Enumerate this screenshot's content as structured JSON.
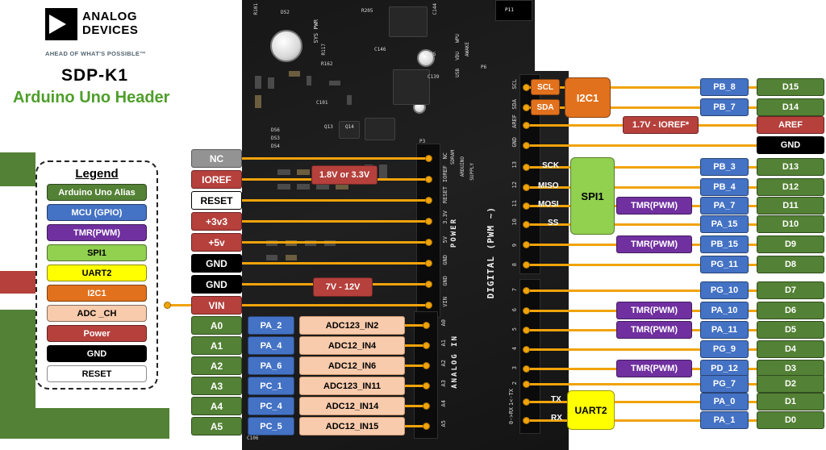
{
  "branding": {
    "logo_line1": "ANALOG",
    "logo_line2": "DEVICES",
    "tagline": "AHEAD OF WHAT'S POSSIBLE™",
    "title": "SDP-K1",
    "subtitle": "Arduino Uno Header"
  },
  "legend": {
    "title": "Legend",
    "items": [
      {
        "label": "Arduino Uno Alias",
        "bg": "#538135",
        "fg": "#ffffff"
      },
      {
        "label": "MCU (GPIO)",
        "bg": "#4472c4",
        "fg": "#ffffff"
      },
      {
        "label": "TMR(PWM)",
        "bg": "#7030a0",
        "fg": "#ffffff"
      },
      {
        "label": "SPI1",
        "bg": "#92d050",
        "fg": "#000000"
      },
      {
        "label": "UART2",
        "bg": "#ffff00",
        "fg": "#000000"
      },
      {
        "label": "I2C1",
        "bg": "#e2711d",
        "fg": "#ffffff"
      },
      {
        "label": "ADC _CH",
        "bg": "#f8cbad",
        "fg": "#000000"
      },
      {
        "label": "Power",
        "bg": "#b5403c",
        "fg": "#ffffff"
      },
      {
        "label": "GND",
        "bg": "#000000",
        "fg": "#ffffff"
      },
      {
        "label": "RESET",
        "bg": "#ffffff",
        "fg": "#000000"
      }
    ]
  },
  "power_header": {
    "pins": [
      {
        "label": "NC"
      },
      {
        "label": "IOREF"
      },
      {
        "label": "RESET"
      },
      {
        "label": "+3v3"
      },
      {
        "label": "+5v"
      },
      {
        "label": "GND"
      },
      {
        "label": "GND"
      },
      {
        "label": "VIN"
      }
    ],
    "callout_ioref": "1.8V or 3.3V",
    "callout_vin": "7V - 12V"
  },
  "analog_header": {
    "rows": [
      {
        "alias": "A0",
        "gpio": "PA_2",
        "adc": "ADC123_IN2"
      },
      {
        "alias": "A1",
        "gpio": "PA_4",
        "adc": "ADC12_IN4"
      },
      {
        "alias": "A2",
        "gpio": "PA_6",
        "adc": "ADC12_IN6"
      },
      {
        "alias": "A3",
        "gpio": "PC_1",
        "adc": "ADC123_IN11"
      },
      {
        "alias": "A4",
        "gpio": "PC_4",
        "adc": "ADC12_IN14"
      },
      {
        "alias": "A5",
        "gpio": "PC_5",
        "adc": "ADC12_IN15"
      }
    ]
  },
  "right": {
    "tmr_label": "TMR(PWM)",
    "i2c": {
      "label": "I2C1",
      "rows": [
        {
          "pin": "SCL",
          "gpio": "PB_8",
          "alias": "D15"
        },
        {
          "pin": "SDA",
          "gpio": "PB_7",
          "alias": "D14"
        }
      ]
    },
    "aref": {
      "callout": "1.7V - IOREF*",
      "alias": "AREF"
    },
    "gnd": {
      "alias": "GND"
    },
    "spi": {
      "label": "SPI1",
      "pins": [
        "SCK",
        "MISO",
        "MOSI",
        "SS"
      ],
      "rows": [
        {
          "gpio": "PB_3",
          "alias": "D13"
        },
        {
          "gpio": "PB_4",
          "alias": "D12"
        },
        {
          "gpio": "PA_7",
          "alias": "D11"
        },
        {
          "gpio": "PA_15",
          "alias": "D10"
        },
        {
          "gpio": "PB_15",
          "alias": "D9"
        },
        {
          "gpio": "PG_11",
          "alias": "D8"
        }
      ]
    },
    "digital": {
      "rows": [
        {
          "gpio": "PG_10",
          "alias": "D7"
        },
        {
          "gpio": "PA_10",
          "alias": "D6"
        },
        {
          "gpio": "PA_11",
          "alias": "D5"
        },
        {
          "gpio": "PG_9",
          "alias": "D4"
        },
        {
          "gpio": "PD_12",
          "alias": "D3"
        },
        {
          "gpio": "PG_7",
          "alias": "D2"
        },
        {
          "gpio": "PA_0",
          "alias": "D1"
        },
        {
          "gpio": "PA_1",
          "alias": "D0"
        }
      ]
    },
    "uart": {
      "label": "UART2",
      "pins": [
        "TX",
        "RX"
      ]
    }
  },
  "board": {
    "section_labels": {
      "power": "POWER",
      "digital": "DIGITAL (PWM ~)",
      "analog": "ANALOG IN"
    },
    "pin_labels_left": [
      "NC",
      "IOREF",
      "RESET",
      "3.3V",
      "5V",
      "GND",
      "GND",
      "VIN"
    ],
    "pin_labels_analog": [
      "A0",
      "A1",
      "A2",
      "A3",
      "A4",
      "A5"
    ],
    "pin_labels_right_top": [
      "SCL",
      "SDA",
      "AREF",
      "GND",
      "13",
      "12",
      "11",
      "10",
      "9",
      "8"
    ],
    "pin_labels_right_bottom": [
      "7",
      "6",
      "5",
      "4",
      "3",
      "2",
      "1<-TX",
      "0->RX"
    ],
    "silkscreen": [
      "R101",
      "DS2",
      "SYS PWR",
      "R205",
      "C144",
      "R117",
      "C146",
      "C135",
      "C139",
      "WPU",
      "VDU",
      "USB",
      "AWAKE",
      "R162",
      "C101",
      "DS6",
      "DS3",
      "DS4",
      "Q13",
      "Q14",
      "P3",
      "P6",
      "P11",
      "SDRAM",
      "ARDUINO",
      "SUPPLY",
      "C106"
    ]
  },
  "colors": {
    "wire": "#F0A30A"
  }
}
